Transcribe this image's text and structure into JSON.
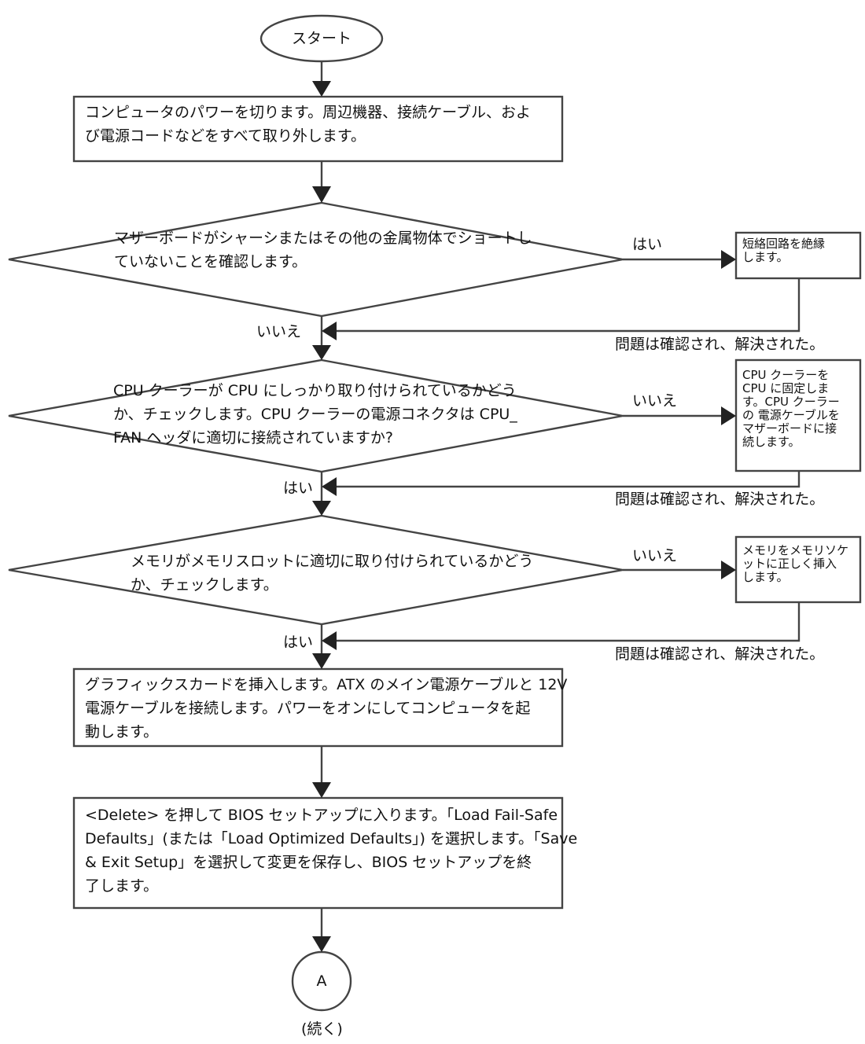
{
  "start": {
    "label": "スタート"
  },
  "steps": {
    "power_off": {
      "lines": [
        "コンピュータのパワーを切ります。周辺機器、接続ケーブル、およ",
        "び電源コードなどをすべて取り外します。"
      ]
    },
    "graphics": {
      "lines": [
        "グラフィックスカードを挿入します。ATX のメイン電源ケーブルと 12V",
        "電源ケーブルを接続します。パワーをオンにしてコンピュータを起",
        "動します。"
      ]
    },
    "bios": {
      "lines": [
        "<Delete> を押して BIOS セットアップに入ります。「Load Fail-Safe",
        "Defaults」(または「Load Optimized Defaults」) を選択します。「Save",
        "& Exit Setup」を選択して変更を保存し、BIOS セットアップを終",
        "了します。"
      ]
    }
  },
  "decisions": {
    "short_circuit": {
      "lines": [
        "マザーボードがシャーシまたはその他の金属物体でショートし",
        "ていないことを確認します。"
      ]
    },
    "cpu_cooler": {
      "lines": [
        "CPU クーラーが CPU にしっかり取り付けられているかどう",
        "か、チェックします。CPU クーラーの電源コネクタは CPU_",
        "FAN ヘッダに適切に接続されていますか?"
      ]
    },
    "memory": {
      "lines": [
        "メモリがメモリスロットに適切に取り付けられているかどう",
        "か、チェックします。"
      ]
    }
  },
  "actions": {
    "insulate": {
      "lines": [
        "短絡回路を絶縁",
        "します。"
      ]
    },
    "fix_cooler": {
      "lines": [
        "CPU クーラーを",
        "CPU に固定しま",
        "す。CPU クーラー",
        "の 電源ケーブルを",
        "マザーボードに接",
        "続します。"
      ]
    },
    "reseat_memory": {
      "lines": [
        "メモリをメモリソケ",
        "ットに正しく挿入",
        "します。"
      ]
    }
  },
  "branch_labels": {
    "d1_yes": "はい",
    "d1_no": "いいえ",
    "d2_no": "いいえ",
    "d2_yes": "はい",
    "d3_no": "いいえ",
    "d3_yes": "はい"
  },
  "resolved_labels": {
    "r1": "問題は確認され、解決された。",
    "r2": "問題は確認され、解決された。",
    "r3": "問題は確認され、解決された。"
  },
  "connector": {
    "label": "A",
    "continued": "(続く)"
  },
  "colors": {
    "stroke": "#444444",
    "arrow": "#222222",
    "text": "#111111",
    "background": "#ffffff"
  }
}
